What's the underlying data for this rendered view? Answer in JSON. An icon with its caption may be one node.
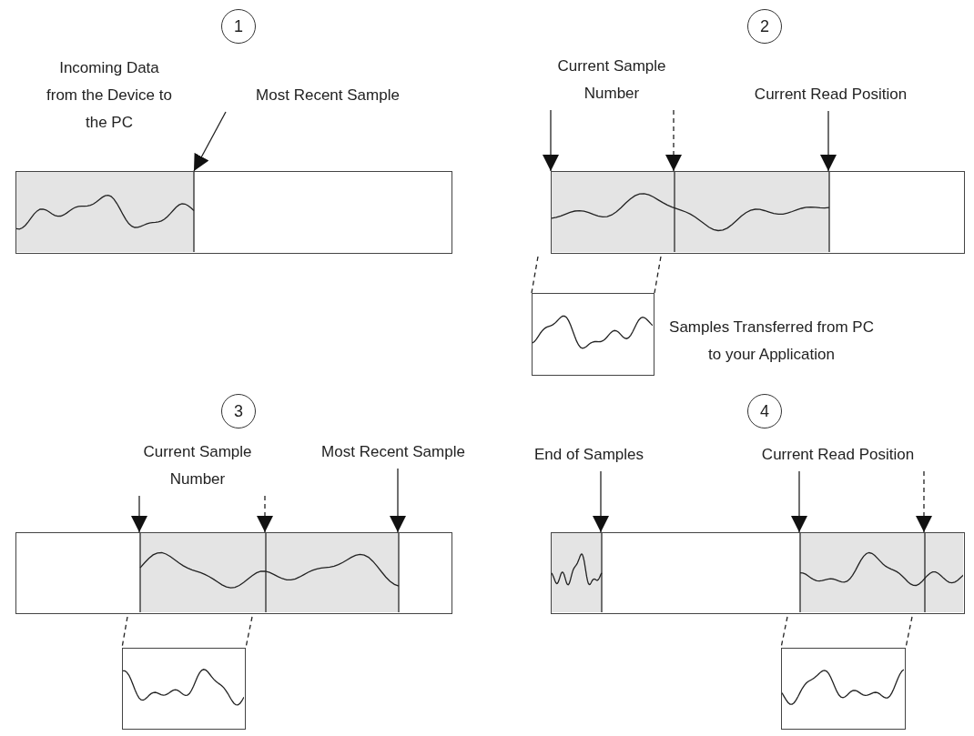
{
  "diagram": {
    "nodes": [
      {
        "text": [
          "1"
        ]
      },
      {
        "text": [
          "Most Recent Sample"
        ]
      },
      {
        "text": [],
        "shape": "bar"
      },
      {
        "text": [
          "2"
        ]
      },
      {
        "text": [
          "Current Sample Number"
        ]
      },
      {
        "text": [
          "Current Read Position"
        ]
      },
      {
        "text": [],
        "shape": "bar"
      },
      {
        "text": [],
        "shape": "box",
        "beside": [
          "Samples Transferred from PC to your Application"
        ]
      },
      {
        "text": [
          "3"
        ]
      },
      {
        "text": [
          "Current Sample Number"
        ]
      },
      {
        "text": [
          "Most Recent Sample"
        ]
      },
      {
        "text": [],
        "shape": "bar"
      },
      {
        "text": [],
        "shape": "box"
      },
      {
        "text": [
          "4"
        ]
      },
      {
        "text": [
          "End of Samples"
        ]
      },
      {
        "text": [
          "Current Read Position"
        ]
      },
      {
        "text": [],
        "shape": "bar"
      },
      {
        "text": [],
        "shape": "box"
      }
    ],
    "edges": [
      {
        "from": 1,
        "to": 2,
        "arrow": "to"
      },
      {
        "from": 4,
        "to": 6,
        "arrow": "to"
      },
      {
        "from": 4,
        "to": 6,
        "arrow": "to",
        "style": "dashed"
      },
      {
        "from": 5,
        "to": 6,
        "arrow": "to"
      },
      {
        "from": 6,
        "to": 7,
        "arrow": "none",
        "style": "dashed"
      },
      {
        "from": 6,
        "to": 7,
        "arrow": "none",
        "style": "dashed"
      },
      {
        "from": 9,
        "to": 11,
        "arrow": "to"
      },
      {
        "from": 9,
        "to": 11,
        "arrow": "to",
        "style": "dashed"
      },
      {
        "from": 10,
        "to": 11,
        "arrow": "to"
      },
      {
        "from": 11,
        "to": 12,
        "arrow": "none",
        "style": "dashed"
      },
      {
        "from": 11,
        "to": 12,
        "arrow": "none",
        "style": "dashed"
      },
      {
        "from": 14,
        "to": 16,
        "arrow": "to"
      },
      {
        "from": 15,
        "to": 16,
        "arrow": "to"
      },
      {
        "from": 15,
        "to": 16,
        "arrow": "to",
        "style": "dashed"
      },
      {
        "from": 16,
        "to": 17,
        "arrow": "none",
        "style": "dashed"
      },
      {
        "from": 16,
        "to": 17,
        "arrow": "none",
        "style": "dashed"
      }
    ],
    "labels": [
      "Incoming Data from the Device to the PC"
    ]
  }
}
